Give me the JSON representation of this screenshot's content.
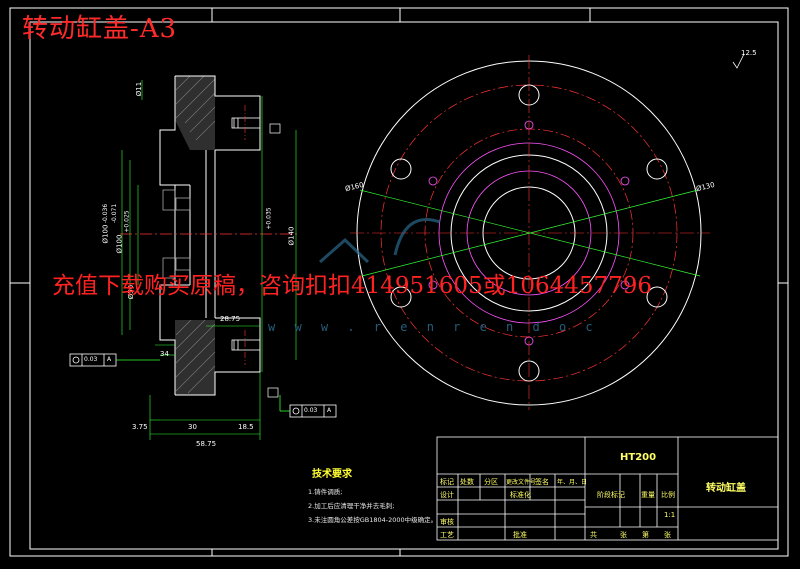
{
  "title": "转动缸盖-A3",
  "banner": "充值下载购买原稿，咨询扣扣414951605或1064457796",
  "watermark": "w w w . r e n r e n d o c",
  "roughness_note": "12.5",
  "section_dims": {
    "d1": "Ø11",
    "d2": "Ø100",
    "d3": "Ø100",
    "d4": "Ø140",
    "d5": "Ø50",
    "len_28_75": "28.75",
    "len_3_75": "3.75",
    "len_30": "30",
    "len_18_5": "18.5",
    "len_58_75": "58.75",
    "len_34": "34",
    "tol1": "-0.036",
    "tol2": "-0.071",
    "tol3": "+0.035",
    "tol4": "+0.025"
  },
  "gdt": {
    "frame1": "0.03",
    "frame1_ref": "A",
    "frame2": "0.03",
    "frame2_ref": "A"
  },
  "end_view_dims": {
    "left": "Ø160",
    "right": "Ø130"
  },
  "tech_requirements": {
    "title": "技术要求",
    "items": [
      "1.铸件调质;",
      "2.加工后应清理干净并去毛刺;",
      "3.未注圆角公差按GB1804-2000中级确定。"
    ]
  },
  "title_block": {
    "material": "HT200",
    "part_name": "转动缸盖",
    "scale": "1:1",
    "labels": {
      "mark": "标记",
      "count": "处数",
      "zone": "分区",
      "doc": "更改文件号",
      "sign": "签名",
      "date": "年、月、日",
      "design": "设计",
      "standard": "标准化",
      "stage": "阶段标记",
      "weight": "重量",
      "ratio": "比例",
      "review": "审核",
      "process": "工艺",
      "approve": "批准",
      "total": "共",
      "sheet": "张",
      "no": "第",
      "sheet2": "张"
    }
  }
}
